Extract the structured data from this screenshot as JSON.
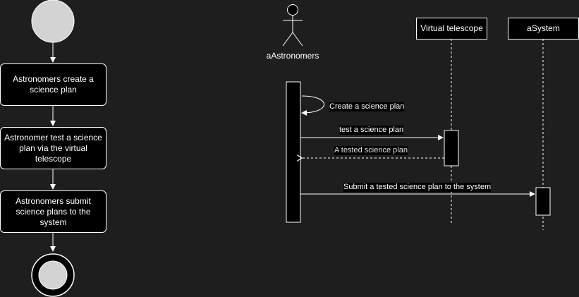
{
  "activity": {
    "steps": [
      "Astronomers create a science plan",
      "Astronomer test a science plan via the virtual telescope",
      "Astronomers submit science plans to the system"
    ]
  },
  "sequence": {
    "actor": "aAstronomers",
    "lifelines": [
      "Virtual telescope",
      "aSystem"
    ],
    "messages": {
      "self": "Create a science plan",
      "test": "test a science plan",
      "reply": "A tested science plan",
      "submit": "Submit a tested science plan to the system"
    }
  },
  "colors": {
    "background": "#1e1e1e",
    "stroke": "#ffffff",
    "fill": "#000000",
    "node": "#d3d3d3"
  }
}
